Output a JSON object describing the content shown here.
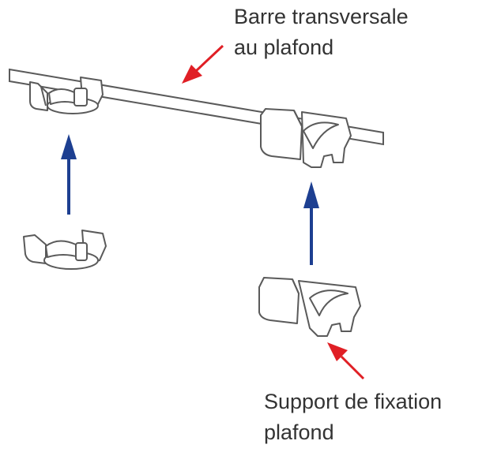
{
  "labels": {
    "ceiling_bar": [
      "Barre transversale",
      "au plafond"
    ],
    "mount_bracket": [
      "Support de fixation",
      "plafond"
    ]
  },
  "colors": {
    "callout_arrow": "#e01f25",
    "motion_arrow": "#1d3f91",
    "line_art": "#5a5a5a",
    "part_fill": "#ffffff",
    "text": "#333333"
  }
}
